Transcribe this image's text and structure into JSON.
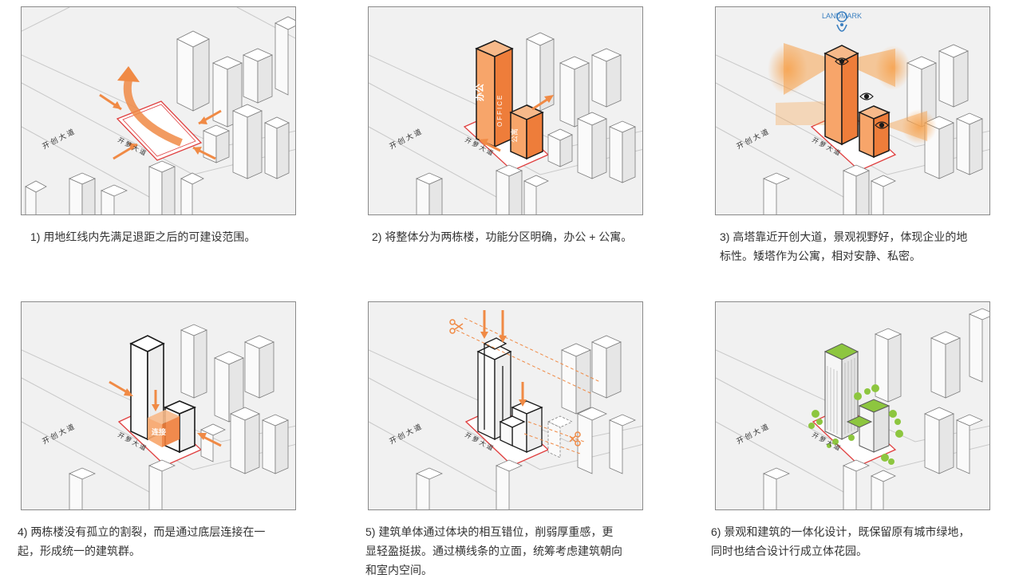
{
  "colors": {
    "accent": "#f08a45",
    "accent_light": "#f7b98a",
    "red_line": "#e04040",
    "landmark_blue": "#3a7fc0",
    "green": "#8dc63f",
    "building": "#ffffff",
    "ground": "#f1f1f1"
  },
  "panels": [
    {
      "road_main": "开 创 大 道",
      "road_side": "开 萝 大 道",
      "caption": "1) 用地红线内先满足退距之后的可建设范围。"
    },
    {
      "road_main": "开 创 大 道",
      "road_side": "开 萝 大 道",
      "tower_label_cn": "办公",
      "tower_label_en": "OFFICE",
      "short_tower_label": "公寓",
      "caption": "2) 将整体分为两栋楼，功能分区明确，办公 + 公寓。"
    },
    {
      "road_main": "开 创 大 道",
      "road_side": "开 萝 大 道",
      "landmark": "LANDMARK",
      "caption_lines": [
        "3) 高塔靠近开创大道，景观视野好，体现企业的地",
        "标性。矮塔作为公寓，相对安静、私密。"
      ]
    },
    {
      "road_main": "开 创 大 道",
      "road_side": "开 萝 大 道",
      "link_label": "连接",
      "caption_lines": [
        "4) 两栋楼没有孤立的割裂，而是通过底层连接在一",
        "起，形成统一的建筑群。"
      ]
    },
    {
      "road_main": "开 创 大 道",
      "road_side": "开 萝 大 道",
      "caption_lines": [
        "5) 建筑单体通过体块的相互错位，削弱厚重感，更",
        "显轻盈挺拔。通过横线条的立面，统筹考虑建筑朝向",
        "和室内空间。"
      ]
    },
    {
      "road_main": "开 创 大 道",
      "road_side": "开 萝 大 道",
      "caption_lines": [
        "6) 景观和建筑的一体化设计，既保留原有城市绿地，",
        "同时也结合设计行成立体花园。"
      ]
    }
  ]
}
